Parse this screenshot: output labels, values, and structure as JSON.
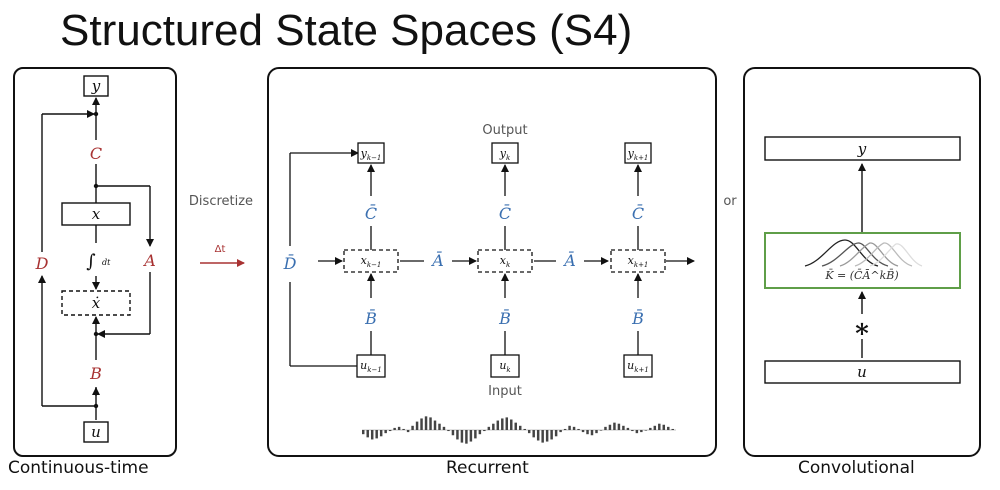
{
  "title": "Structured State Spaces (S4)",
  "captions": {
    "continuous": "Continuous-time",
    "recurrent": "Recurrent",
    "convolutional": "Convolutional"
  },
  "labels": {
    "discretize": "Discretize",
    "delta_t": "Δt",
    "or": "or",
    "output": "Output",
    "input": "Input"
  },
  "continuous": {
    "y": "y",
    "C": "C",
    "x": "x",
    "integral": "∫",
    "dt": "dt",
    "xdot": "ẋ",
    "D": "D",
    "A": "A",
    "B": "B",
    "u": "u"
  },
  "recurrent": {
    "D": "D̄",
    "A": "Ā",
    "B": "B̄",
    "C": "C̄",
    "cells": [
      {
        "y": "y",
        "y_sub": "k−1",
        "x": "x",
        "x_sub": "k−1",
        "u": "u",
        "u_sub": "k−1"
      },
      {
        "y": "y",
        "y_sub": "k",
        "x": "x",
        "x_sub": "k",
        "u": "u",
        "u_sub": "k"
      },
      {
        "y": "y",
        "y_sub": "k+1",
        "x": "x",
        "x_sub": "k+1",
        "u": "u",
        "u_sub": "k+1"
      }
    ],
    "signal": [
      -4,
      -7,
      -9,
      -8,
      -6,
      -3,
      -1,
      2,
      3,
      1,
      -2,
      4,
      8,
      11,
      13,
      12,
      9,
      6,
      3,
      -1,
      -5,
      -9,
      -12,
      -13,
      -11,
      -8,
      -4,
      -1,
      3,
      6,
      9,
      11,
      12,
      10,
      7,
      4,
      1,
      -3,
      -7,
      -10,
      -12,
      -11,
      -9,
      -6,
      -2,
      1,
      4,
      3,
      1,
      -2,
      -4,
      -5,
      -3,
      0,
      3,
      5,
      7,
      6,
      4,
      2,
      -1,
      -3,
      -2,
      0,
      2,
      4,
      6,
      5,
      3,
      1
    ]
  },
  "convolutional": {
    "y": "y",
    "kernel_label": "K̄ = (C̄Ā^kB̄)",
    "star": "∗",
    "u": "u"
  },
  "colors": {
    "red": "#a83232",
    "blue": "#3a6fb0",
    "green": "#5f9e48",
    "border": "#111111"
  }
}
